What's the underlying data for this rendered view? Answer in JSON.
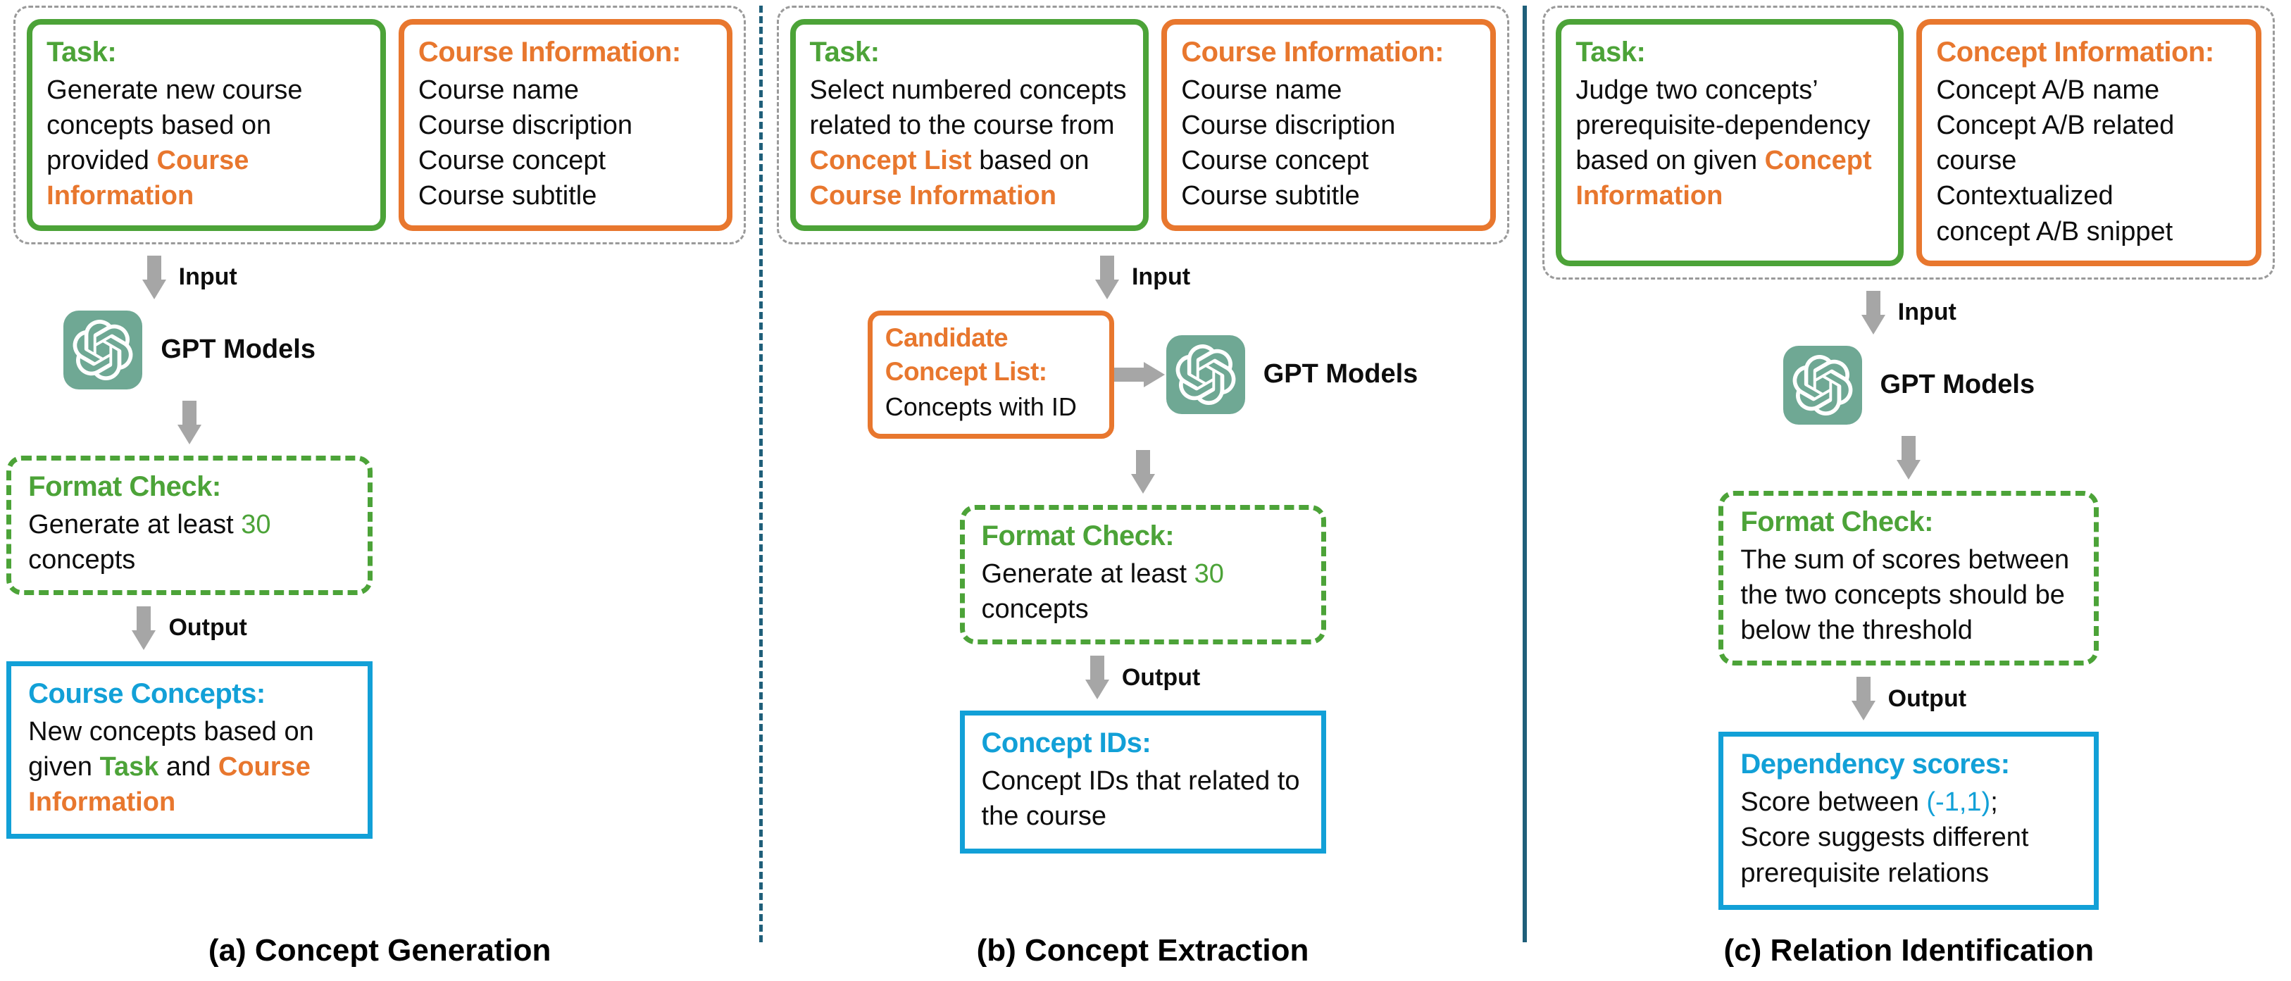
{
  "panels": [
    {
      "id": "concept-generation",
      "caption": "(a) Concept Generation",
      "task": {
        "title": "Task:",
        "lines": [
          {
            "parts": [
              {
                "text": "Generate new course",
                "style": "plain"
              }
            ]
          },
          {
            "parts": [
              {
                "text": "concepts based on",
                "style": "plain"
              }
            ]
          },
          {
            "parts": [
              {
                "text": "provided ",
                "style": "plain"
              },
              {
                "text": "Course",
                "style": "orange"
              }
            ]
          },
          {
            "parts": [
              {
                "text": "Information",
                "style": "orange"
              }
            ]
          }
        ]
      },
      "info": {
        "title": "Course Information:",
        "lines": [
          {
            "parts": [
              {
                "text": "Course name",
                "style": "plain"
              }
            ]
          },
          {
            "parts": [
              {
                "text": "Course discription",
                "style": "plain"
              }
            ]
          },
          {
            "parts": [
              {
                "text": "Course concept",
                "style": "plain"
              }
            ]
          },
          {
            "parts": [
              {
                "text": "Course subtitle",
                "style": "plain"
              }
            ]
          }
        ]
      },
      "input_label": "Input",
      "model_label": "GPT Models",
      "model_icon": "openai-logo-icon",
      "candidate": null,
      "check": {
        "title": "Format Check:",
        "lines": [
          {
            "parts": [
              {
                "text": "Generate at least ",
                "style": "plain"
              },
              {
                "text": "30",
                "style": "num-green"
              }
            ]
          },
          {
            "parts": [
              {
                "text": "concepts",
                "style": "plain"
              }
            ]
          }
        ]
      },
      "output_label": "Output",
      "output": {
        "title": "Course Concepts:",
        "lines": [
          {
            "parts": [
              {
                "text": "New concepts based on",
                "style": "plain"
              }
            ]
          },
          {
            "parts": [
              {
                "text": "given ",
                "style": "plain"
              },
              {
                "text": "Task",
                "style": "green"
              },
              {
                "text": " and ",
                "style": "plain"
              },
              {
                "text": "Course",
                "style": "orange"
              }
            ]
          },
          {
            "parts": [
              {
                "text": "Information",
                "style": "orange"
              }
            ]
          }
        ]
      }
    },
    {
      "id": "concept-extraction",
      "caption": "(b) Concept Extraction",
      "task": {
        "title": "Task:",
        "lines": [
          {
            "parts": [
              {
                "text": "Select numbered concepts",
                "style": "plain"
              }
            ]
          },
          {
            "parts": [
              {
                "text": "related to the course from",
                "style": "plain"
              }
            ]
          },
          {
            "parts": [
              {
                "text": "Concept List",
                "style": "orange"
              },
              {
                "text": " based on",
                "style": "plain"
              }
            ]
          },
          {
            "parts": [
              {
                "text": "Course Information",
                "style": "orange"
              }
            ]
          }
        ]
      },
      "info": {
        "title": "Course Information:",
        "lines": [
          {
            "parts": [
              {
                "text": "Course name",
                "style": "plain"
              }
            ]
          },
          {
            "parts": [
              {
                "text": "Course discription",
                "style": "plain"
              }
            ]
          },
          {
            "parts": [
              {
                "text": "Course concept",
                "style": "plain"
              }
            ]
          },
          {
            "parts": [
              {
                "text": "Course subtitle",
                "style": "plain"
              }
            ]
          }
        ]
      },
      "input_label": "Input",
      "model_label": "GPT Models",
      "model_icon": "openai-logo-icon",
      "candidate": {
        "title_lines": [
          "Candidate",
          "Concept List:"
        ],
        "lines": [
          {
            "parts": [
              {
                "text": "Concepts with ID",
                "style": "plain"
              }
            ]
          }
        ]
      },
      "check": {
        "title": "Format Check:",
        "lines": [
          {
            "parts": [
              {
                "text": "Generate at least ",
                "style": "plain"
              },
              {
                "text": "30",
                "style": "num-green"
              }
            ]
          },
          {
            "parts": [
              {
                "text": "concepts",
                "style": "plain"
              }
            ]
          }
        ]
      },
      "output_label": "Output",
      "output": {
        "title": "Concept IDs:",
        "lines": [
          {
            "parts": [
              {
                "text": "Concept IDs that related to",
                "style": "plain"
              }
            ]
          },
          {
            "parts": [
              {
                "text": "the course",
                "style": "plain"
              }
            ]
          }
        ]
      }
    },
    {
      "id": "relation-identification",
      "caption": "(c) Relation Identification",
      "task": {
        "title": "Task:",
        "lines": [
          {
            "parts": [
              {
                "text": "Judge two concepts’",
                "style": "plain"
              }
            ]
          },
          {
            "parts": [
              {
                "text": "prerequisite-dependency",
                "style": "plain"
              }
            ]
          },
          {
            "parts": [
              {
                "text": "based on given ",
                "style": "plain"
              },
              {
                "text": "Concept",
                "style": "orange"
              }
            ]
          },
          {
            "parts": [
              {
                "text": "Information",
                "style": "orange"
              }
            ]
          }
        ]
      },
      "info": {
        "title": "Concept Information:",
        "lines": [
          {
            "parts": [
              {
                "text": "Concept A/B name",
                "style": "plain"
              }
            ]
          },
          {
            "parts": [
              {
                "text": "Concept A/B related course",
                "style": "plain"
              }
            ]
          },
          {
            "parts": [
              {
                "text": "Contextualized",
                "style": "plain"
              }
            ]
          },
          {
            "parts": [
              {
                "text": "concept A/B snippet",
                "style": "plain"
              }
            ]
          }
        ]
      },
      "input_label": "Input",
      "model_label": "GPT Models",
      "model_icon": "openai-logo-icon",
      "candidate": null,
      "check": {
        "title": "Format Check:",
        "lines": [
          {
            "parts": [
              {
                "text": "The sum of scores between",
                "style": "plain"
              }
            ]
          },
          {
            "parts": [
              {
                "text": "the two concepts should be",
                "style": "plain"
              }
            ]
          },
          {
            "parts": [
              {
                "text": "below the threshold",
                "style": "plain"
              }
            ]
          }
        ]
      },
      "output_label": "Output",
      "output": {
        "title": "Dependency scores:",
        "lines": [
          {
            "parts": [
              {
                "text": "Score between ",
                "style": "plain"
              },
              {
                "text": "(-1,1)",
                "style": "blue"
              },
              {
                "text": ";",
                "style": "plain"
              }
            ]
          },
          {
            "parts": [
              {
                "text": "Score suggests different",
                "style": "plain"
              }
            ]
          },
          {
            "parts": [
              {
                "text": "prerequisite relations",
                "style": "plain"
              }
            ]
          }
        ]
      }
    }
  ],
  "colors": {
    "green": "#4CA338",
    "orange": "#E8772E",
    "blue": "#12A0D7",
    "arrow_gray": "#A6A6A6",
    "model_badge": "#6FA894",
    "separator": "#1F5F7A",
    "group_border": "#9A9A9A"
  }
}
